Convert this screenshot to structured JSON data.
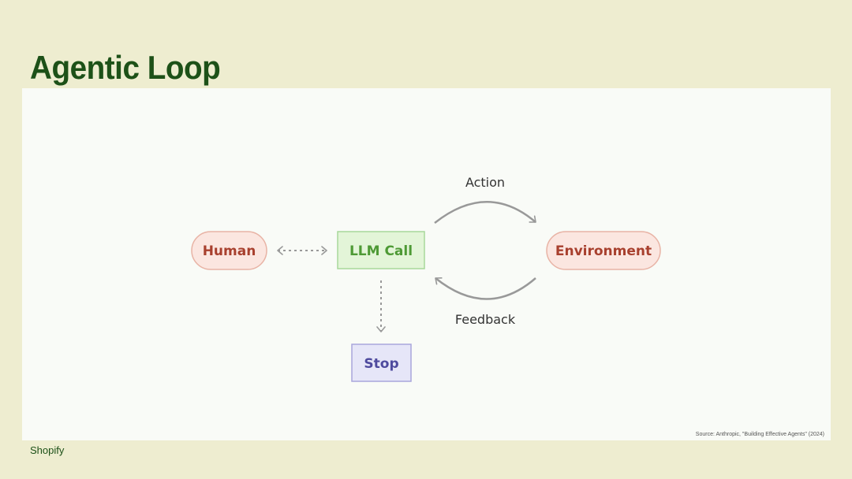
{
  "slide": {
    "title": "Agentic Loop",
    "source": "Source: Anthropic, \"Building Effective Agents\" (2024)",
    "brand": "Shopify"
  },
  "diagram": {
    "nodes": {
      "human": "Human",
      "llm_call": "LLM Call",
      "environment": "Environment",
      "stop": "Stop"
    },
    "edges": {
      "action": "Action",
      "feedback": "Feedback"
    },
    "colors": {
      "human_fill": "#fbe6e0",
      "human_stroke": "#e8b3a5",
      "human_text": "#a8402e",
      "llm_fill": "#e3f5d8",
      "llm_stroke": "#a8d89a",
      "llm_text": "#4e9a35",
      "stop_fill": "#e6e6f8",
      "stop_stroke": "#a9a6dc",
      "stop_text": "#4e4a9e",
      "arrow": "#999999"
    }
  }
}
